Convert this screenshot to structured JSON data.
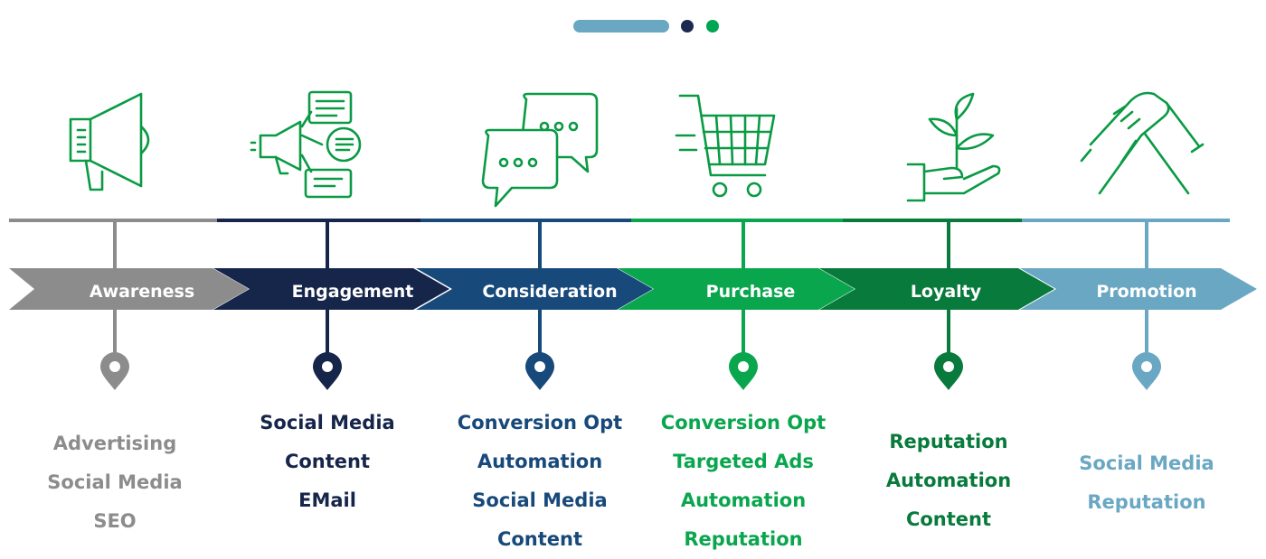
{
  "pagination": {
    "active_color": "#6aa7c3",
    "dots": [
      "#1b2a4e",
      "#00a651"
    ]
  },
  "stages": [
    {
      "name": "Awareness",
      "color": "#8c8c8c",
      "icon": "megaphone-icon",
      "items": [
        "Advertising",
        "Social Media",
        "SEO"
      ]
    },
    {
      "name": "Engagement",
      "color": "#16254a",
      "icon": "megaphone-chat-icon",
      "items": [
        "Social Media",
        "Content",
        "EMail"
      ]
    },
    {
      "name": "Consideration",
      "color": "#17497a",
      "icon": "chat-bubbles-icon",
      "items": [
        "Conversion Opt",
        "Automation",
        "Social Media",
        "Content"
      ]
    },
    {
      "name": "Purchase",
      "color": "#0aa64e",
      "icon": "shopping-cart-icon",
      "items": [
        "Conversion Opt",
        "Targeted Ads",
        "Automation",
        "Reputation"
      ]
    },
    {
      "name": "Loyalty",
      "color": "#087a3c",
      "icon": "plant-hand-icon",
      "items": [
        "Reputation",
        "Automation",
        "Content"
      ]
    },
    {
      "name": "Promotion",
      "color": "#6aa7c3",
      "icon": "handshake-icon",
      "items": [
        "Social Media",
        "Reputation"
      ]
    }
  ]
}
